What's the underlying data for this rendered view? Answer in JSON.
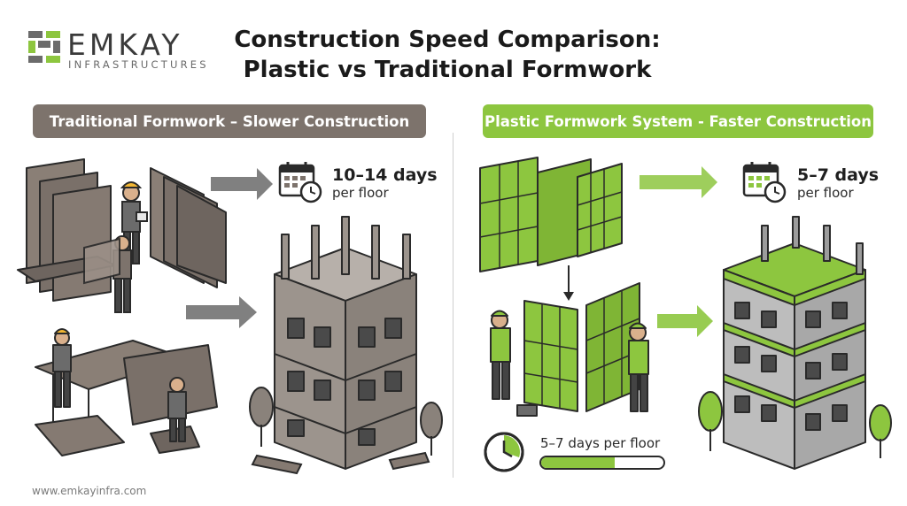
{
  "brand": {
    "name": "EMKAY",
    "sub": "INFRASTRUCTURES"
  },
  "title": {
    "line1": "Construction Speed Comparison:",
    "line2": "Plastic vs Traditional Formwork"
  },
  "left": {
    "banner": "Traditional Formwork – Slower Construction",
    "days": "10–14 days",
    "per_floor": "per floor"
  },
  "right": {
    "banner": "Plastic Formwork System - Faster Construction",
    "days": "5–7 days",
    "per_floor": "per floor",
    "progress_label": "5–7 days per floor",
    "progress_fill": 0.6
  },
  "footer": {
    "url": "www.emkayinfra.com"
  },
  "colors": {
    "green": "#8dc63f",
    "brown": "#7d736c",
    "dark": "#2b2b2b",
    "gray": "#9a9a9a"
  },
  "icons": [
    "calendar-clock-icon",
    "clock-icon",
    "arrow-right-icon"
  ]
}
